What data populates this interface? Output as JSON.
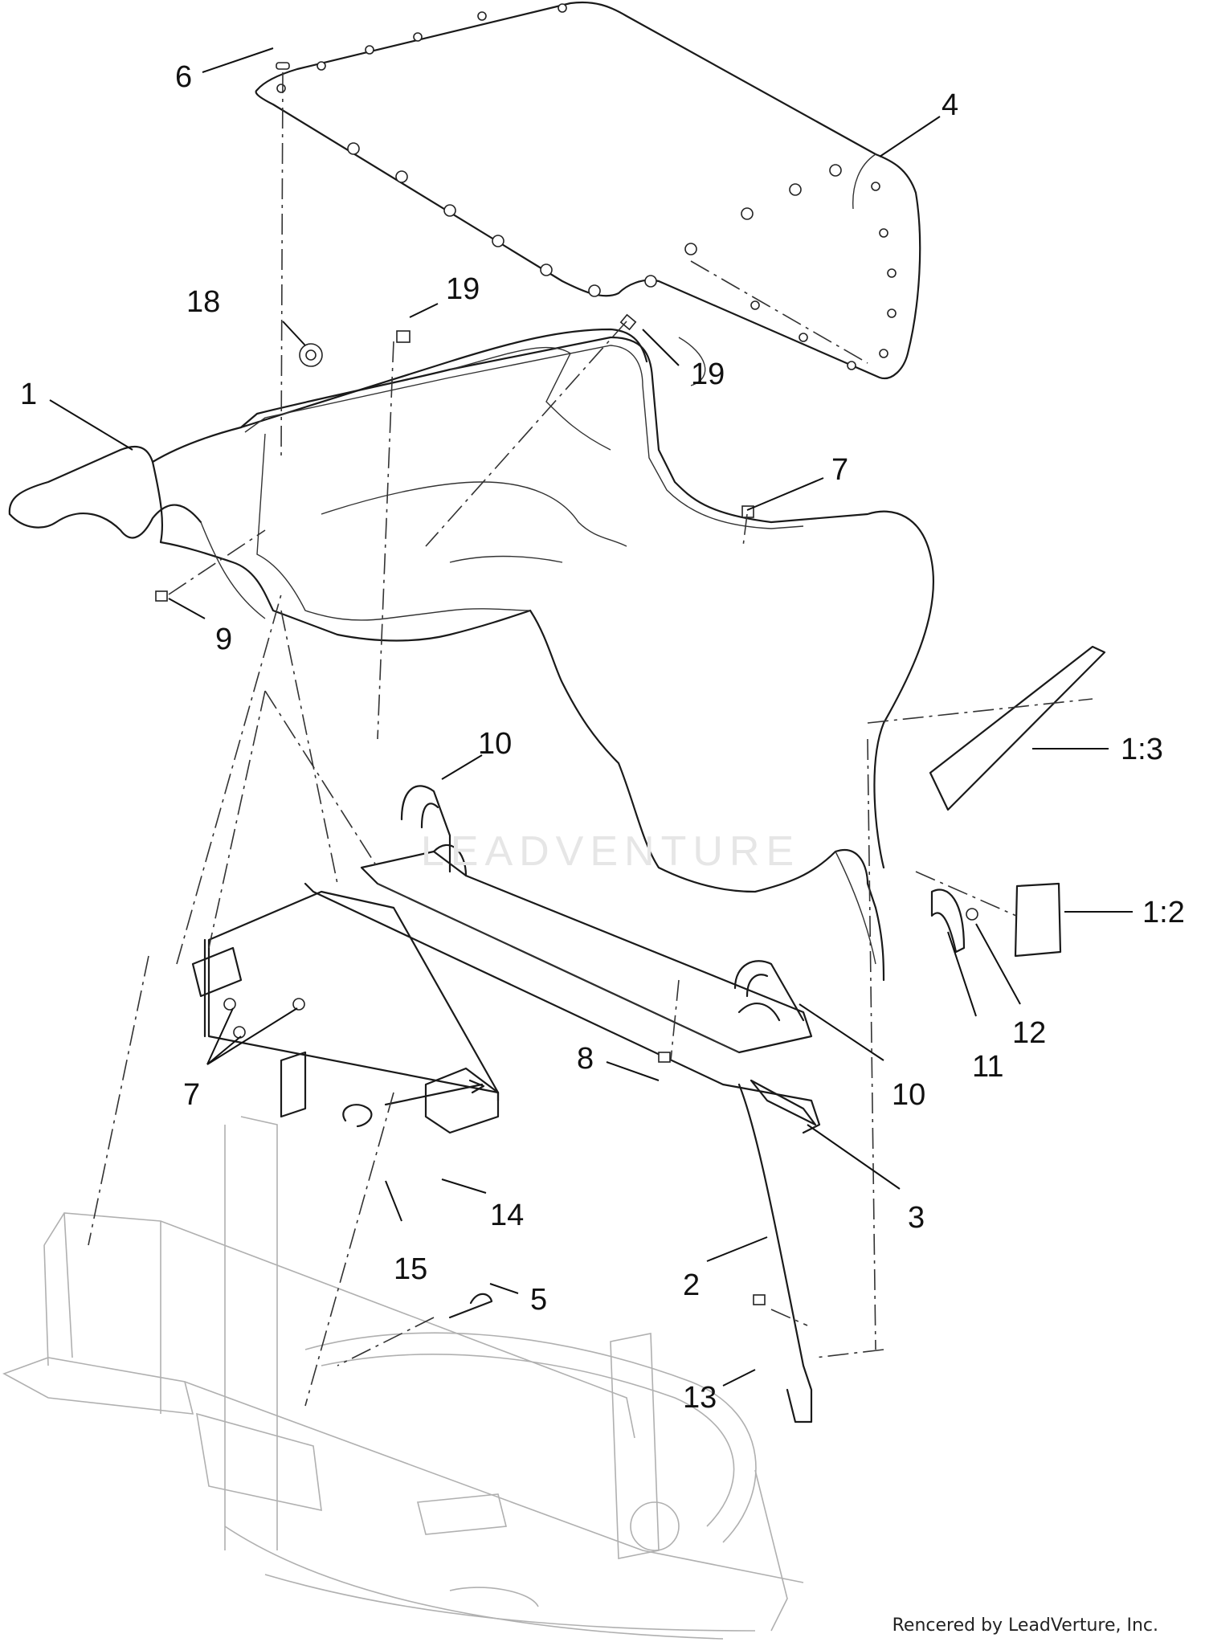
{
  "labels": [
    {
      "id": "1",
      "text": "1"
    },
    {
      "id": "1-2",
      "text": "1:2"
    },
    {
      "id": "1-3",
      "text": "1:3"
    },
    {
      "id": "2",
      "text": "2"
    },
    {
      "id": "3",
      "text": "3"
    },
    {
      "id": "4",
      "text": "4"
    },
    {
      "id": "5",
      "text": "5"
    },
    {
      "id": "6",
      "text": "6"
    },
    {
      "id": "7a",
      "text": "7"
    },
    {
      "id": "7b",
      "text": "7"
    },
    {
      "id": "8",
      "text": "8"
    },
    {
      "id": "9",
      "text": "9"
    },
    {
      "id": "10a",
      "text": "10"
    },
    {
      "id": "10b",
      "text": "10"
    },
    {
      "id": "11",
      "text": "11"
    },
    {
      "id": "12",
      "text": "12"
    },
    {
      "id": "13",
      "text": "13"
    },
    {
      "id": "14",
      "text": "14"
    },
    {
      "id": "15",
      "text": "15"
    },
    {
      "id": "18",
      "text": "18"
    },
    {
      "id": "19a",
      "text": "19"
    },
    {
      "id": "19b",
      "text": "19"
    }
  ],
  "watermark": "LEADVENTURE",
  "credit": "Rencered by LeadVerture, Inc."
}
